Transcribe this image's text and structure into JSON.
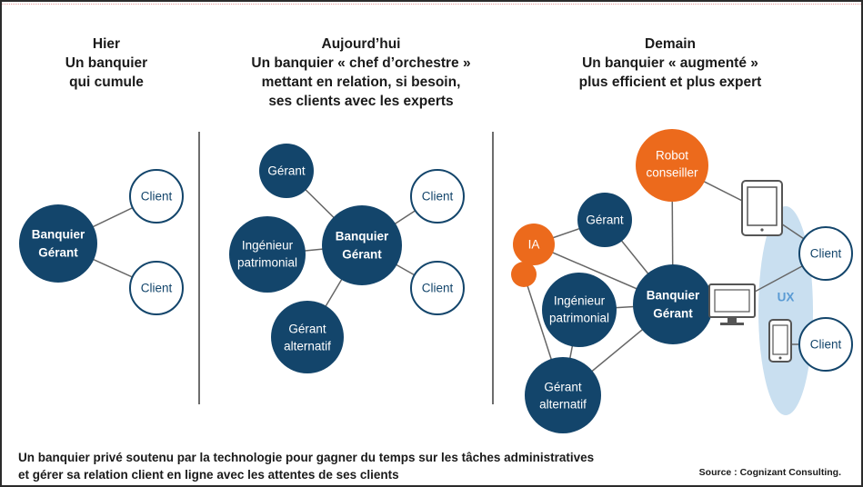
{
  "colors": {
    "navy": "#13456b",
    "orange": "#ec6a1c",
    "ux_bubble": "#c9dff0",
    "ux_text": "#5a9bd4",
    "edge": "#666666",
    "white": "#ffffff"
  },
  "columns": [
    {
      "title": "Hier",
      "subtitle": [
        "Un banquier",
        "qui cumule"
      ]
    },
    {
      "title": "Aujourd’hui",
      "subtitle": [
        "Un banquier « chef d’orchestre »",
        "mettant en relation, si besoin,",
        "ses clients avec les experts"
      ]
    },
    {
      "title": "Demain",
      "subtitle": [
        "Un banquier « augmenté »",
        "plus efficient et plus expert"
      ]
    }
  ],
  "nodes": {
    "hier_banquier": [
      "Banquier",
      "Gérant"
    ],
    "hier_client_1": [
      "Client"
    ],
    "hier_client_2": [
      "Client"
    ],
    "auj_gerant": [
      "Gérant"
    ],
    "auj_ingenieur": [
      "Ingénieur",
      "patrimonial"
    ],
    "auj_banquier": [
      "Banquier",
      "Gérant"
    ],
    "auj_client_1": [
      "Client"
    ],
    "auj_client_2": [
      "Client"
    ],
    "auj_alternatif": [
      "Gérant",
      "alternatif"
    ],
    "dem_robot": [
      "Robot",
      "conseiller"
    ],
    "dem_ia": [
      "IA"
    ],
    "dem_gerant": [
      "Gérant"
    ],
    "dem_ingenieur": [
      "Ingénieur",
      "patrimonial"
    ],
    "dem_banquier": [
      "Banquier",
      "Gérant"
    ],
    "dem_alternatif": [
      "Gérant",
      "alternatif"
    ],
    "dem_client_1": [
      "Client"
    ],
    "dem_client_2": [
      "Client"
    ],
    "dem_ux": [
      "UX"
    ]
  },
  "icons": [
    "tablet-icon",
    "monitor-icon",
    "smartphone-icon"
  ],
  "caption": [
    "Un banquier privé soutenu par la technologie pour gagner du temps sur les tâches administratives",
    "et gérer sa relation client en ligne avec les attentes de ses clients"
  ],
  "source": "Source : Cognizant Consulting."
}
